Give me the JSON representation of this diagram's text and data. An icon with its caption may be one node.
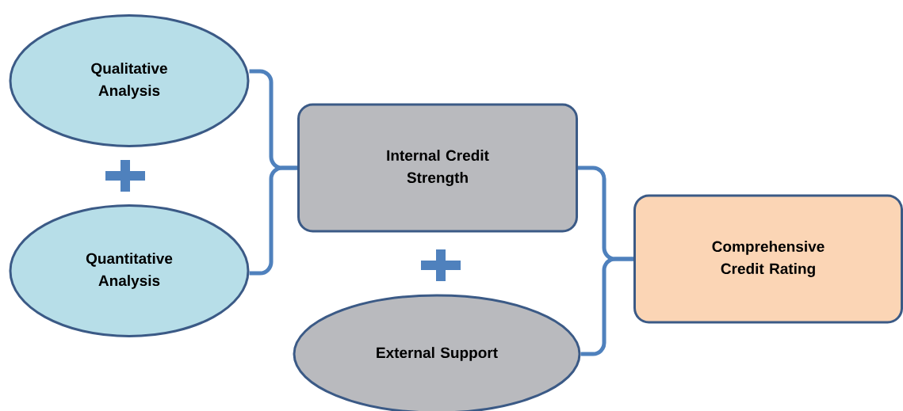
{
  "diagram": {
    "nodes": [
      {
        "text": [
          "Qualitative Analysis"
        ]
      },
      {
        "text": [
          "Quantitative Analysis"
        ]
      },
      {
        "text": [
          "Internal Credit Strength"
        ]
      },
      {
        "text": [
          "External Support"
        ]
      },
      {
        "text": [
          "Comprehensive Credit Rating"
        ]
      }
    ],
    "edges": [
      {
        "from": 0,
        "to": 2,
        "arrow": "none"
      },
      {
        "from": 1,
        "to": 2,
        "arrow": "none"
      },
      {
        "from": 2,
        "to": 4,
        "arrow": "none"
      },
      {
        "from": 3,
        "to": 4,
        "arrow": "none"
      }
    ]
  }
}
